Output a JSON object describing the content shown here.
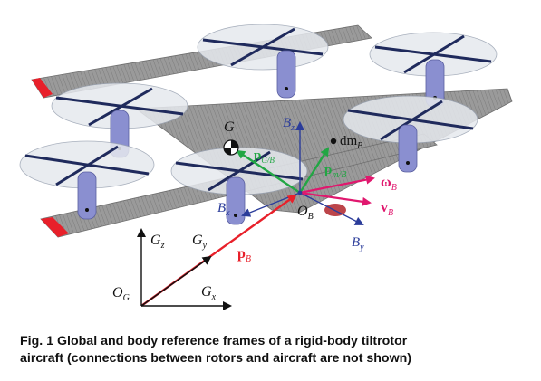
{
  "labels": {
    "G": "G",
    "Bz": "B",
    "Bz_sub": "z",
    "Bx": "B",
    "Bx_sub": "x",
    "By": "B",
    "By_sub": "y",
    "OB": "O",
    "OB_sub": "B",
    "dmB": "dm",
    "dmB_sub": "B",
    "pGB": "p",
    "pGB_sub": "G/B",
    "pmB": "p",
    "pmB_sub": "m/B",
    "omegaB": "ω",
    "omegaB_sub": "B",
    "vB": "v",
    "vB_sub": "B",
    "pB": "p",
    "pB_sub": "B",
    "Gz": "G",
    "Gz_sub": "z",
    "Gy": "G",
    "Gy_sub": "y",
    "Gx": "G",
    "Gx_sub": "x",
    "OG": "O",
    "OG_sub": "G"
  },
  "caption": {
    "line1": "Fig. 1    Global and body reference frames of a rigid-body tiltrotor",
    "line2": "aircraft (connections between rotors and aircraft are not shown)"
  },
  "colors": {
    "red": "#e8202a",
    "green": "#22a644",
    "magenta": "#e0186e",
    "blue": "#2b3c9a",
    "wing": "#8f8f8f",
    "rotor_disk": "#e6e9ee",
    "blade": "#1f2a5c",
    "nacelle": "#8a8fd0"
  }
}
